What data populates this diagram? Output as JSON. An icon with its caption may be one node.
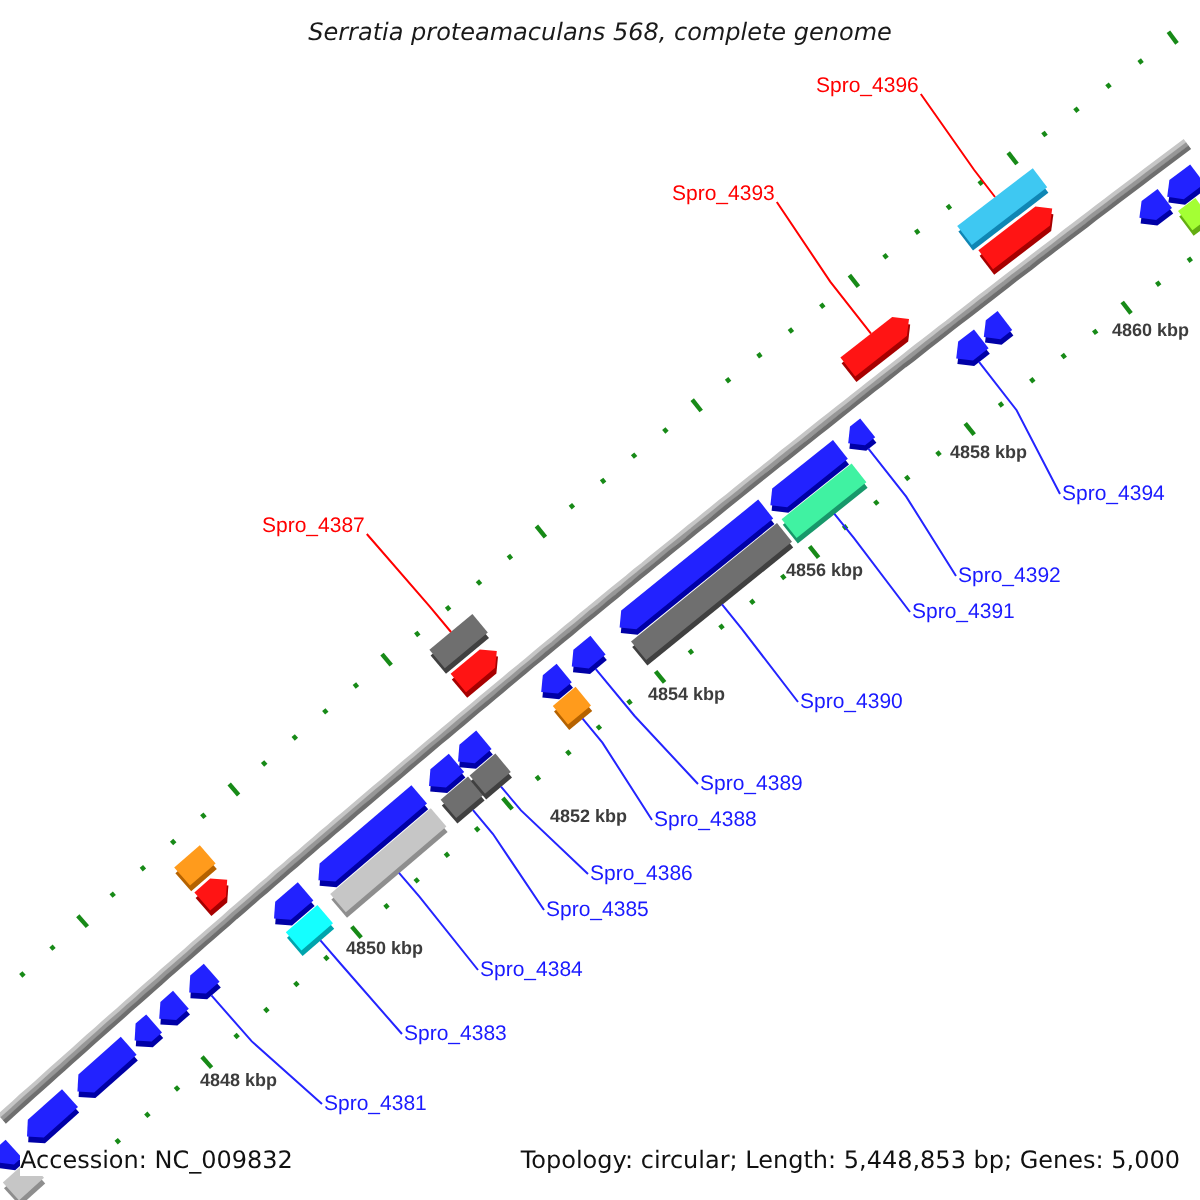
{
  "diagram": {
    "title": "Serratia proteamaculans 568, complete genome",
    "nodes": [
      {
        "text": [
          "Spro_4396"
        ]
      },
      {
        "text": [
          "Spro_4393"
        ]
      },
      {
        "text": [
          "Spro_4394"
        ]
      },
      {
        "text": [
          "Spro_4387"
        ]
      },
      {
        "text": [
          "Spro_4392"
        ]
      },
      {
        "text": [
          "Spro_4391"
        ]
      },
      {
        "text": [
          "Spro_4390"
        ]
      },
      {
        "text": [
          "Spro_4389"
        ]
      },
      {
        "text": [
          "Spro_4388"
        ]
      },
      {
        "text": [
          "Spro_4386"
        ]
      },
      {
        "text": [
          "Spro_4385"
        ]
      },
      {
        "text": [
          "Spro_4384"
        ]
      },
      {
        "text": [
          "Spro_4383"
        ]
      },
      {
        "text": [
          "Spro_4381"
        ]
      },
      {
        "text": [],
        "shape": "box"
      },
      {
        "text": [],
        "shape": "pentagon"
      },
      {
        "text": [],
        "shape": "pentagon"
      },
      {
        "text": [],
        "shape": "pentagon"
      },
      {
        "text": [],
        "shape": "pentagon"
      },
      {
        "text": [],
        "shape": "pentagon"
      },
      {
        "text": [],
        "shape": "pentagon"
      },
      {
        "text": [],
        "shape": "box"
      },
      {
        "text": [],
        "shape": "pentagon"
      },
      {
        "text": [],
        "shape": "box"
      },
      {
        "text": [],
        "shape": "pentagon"
      },
      {
        "text": [],
        "shape": "box"
      },
      {
        "text": [],
        "shape": "pentagon"
      },
      {
        "text": [],
        "shape": "box"
      },
      {
        "text": [],
        "shape": "pentagon"
      },
      {
        "text": [],
        "shape": "box"
      },
      {
        "text": [],
        "shape": "pentagon"
      },
      {
        "text": [],
        "shape": "box"
      },
      {
        "text": [],
        "shape": "pentagon"
      },
      {
        "text": [],
        "shape": "box"
      },
      {
        "text": [],
        "shape": "pentagon"
      },
      {
        "text": [],
        "shape": "pentagon"
      },
      {
        "text": [],
        "shape": "box"
      },
      {
        "text": [],
        "shape": "pentagon"
      },
      {
        "text": [],
        "shape": "box"
      },
      {
        "text": [],
        "shape": "pentagon"
      },
      {
        "text": [],
        "shape": "pentagon"
      },
      {
        "text": [],
        "shape": "pentagon"
      },
      {
        "text": [],
        "shape": "pentagon"
      },
      {
        "text": [],
        "shape": "pentagon"
      },
      {
        "text": [],
        "shape": "box"
      },
      {
        "text": [],
        "shape": "pentagon"
      },
      {
        "text": [],
        "shape": "pentagon"
      },
      {
        "text": [],
        "shape": "box"
      },
      {
        "text": [],
        "shape": "pentagon"
      }
    ],
    "edges": [
      {
        "from": 0,
        "to": 44,
        "arrow": "none",
        "color": "#ff0000"
      },
      {
        "from": 1,
        "to": 41,
        "arrow": "none",
        "color": "#ff0000"
      },
      {
        "from": 2,
        "to": 42,
        "arrow": "none"
      },
      {
        "from": 3,
        "to": 31,
        "arrow": "none",
        "color": "#ff0000"
      },
      {
        "from": 4,
        "to": 40,
        "arrow": "none"
      },
      {
        "from": 5,
        "to": 38,
        "arrow": "none"
      },
      {
        "from": 6,
        "to": 36,
        "arrow": "none"
      },
      {
        "from": 7,
        "to": 35,
        "arrow": "none"
      },
      {
        "from": 8,
        "to": 33,
        "arrow": "none"
      },
      {
        "from": 9,
        "to": 29,
        "arrow": "none"
      },
      {
        "from": 10,
        "to": 27,
        "arrow": "none"
      },
      {
        "from": 11,
        "to": 25,
        "arrow": "none"
      },
      {
        "from": 12,
        "to": 23,
        "arrow": "none"
      },
      {
        "from": 13,
        "to": 20,
        "arrow": "none"
      }
    ],
    "labels": [
      "4860 kbp",
      "4858 kbp",
      "4856 kbp",
      "4854 kbp",
      "4852 kbp",
      "4850 kbp",
      "4848 kbp",
      "Accession: NC_009832",
      "Topology: circular; Length: 5,448,853 bp; Genes: 5,000"
    ]
  }
}
